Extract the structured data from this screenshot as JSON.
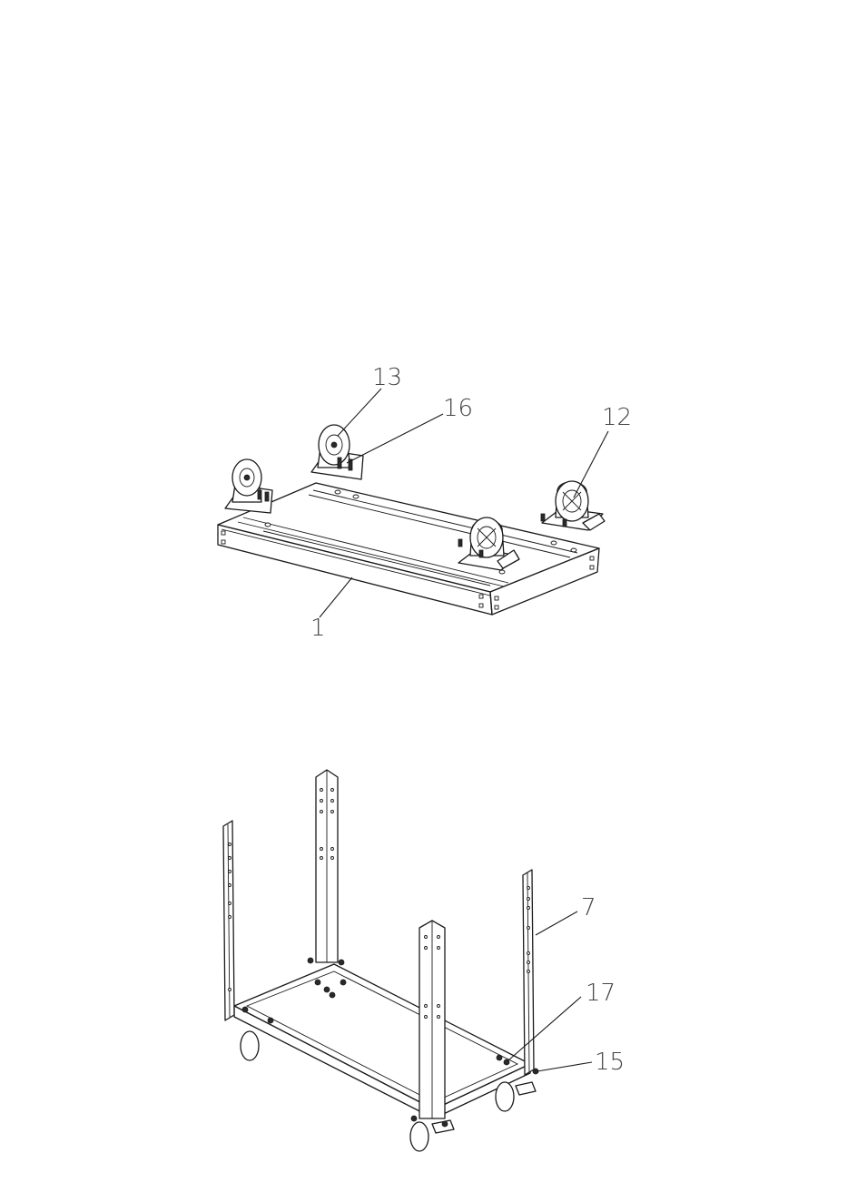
{
  "callouts": {
    "part_13": "13",
    "part_16": "16",
    "part_12": "12",
    "part_1": "1",
    "part_7": "7",
    "part_17": "17",
    "part_15": "15"
  }
}
